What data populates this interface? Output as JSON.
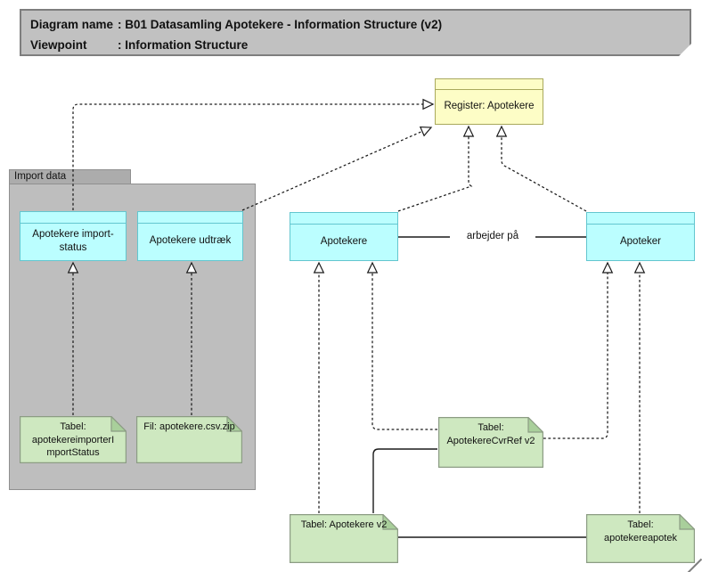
{
  "title_box": {
    "rows": [
      {
        "label": "Diagram name",
        "value": ": B01 Datasamling Apotekere - Information Structure (v2)"
      },
      {
        "label": "Viewpoint",
        "value": ": Information Structure"
      }
    ]
  },
  "group": {
    "label": "Import data"
  },
  "nodes": {
    "register": {
      "label": "Register: Apotekere"
    },
    "import_status": {
      "label": "Apotekere import-status"
    },
    "udtraek": {
      "label": "Apotekere udtræk"
    },
    "apotekere": {
      "label": "Apotekere"
    },
    "apoteker": {
      "label": "Apoteker"
    }
  },
  "notes": {
    "import_status_table": {
      "lines": [
        "Tabel:",
        "apotekereimporterI",
        "mportStatus"
      ]
    },
    "csv_file": {
      "lines": [
        "Fil: apotekere.csv.zip"
      ]
    },
    "cvrref_table": {
      "lines": [
        "Tabel:",
        "ApotekereCvrRef v2"
      ]
    },
    "apotekere_table": {
      "lines": [
        "Tabel: Apotekere v2"
      ]
    },
    "apotek_table": {
      "lines": [
        "Tabel:",
        "apotekereapotek"
      ]
    }
  },
  "relations": {
    "arbejder_pa": "arbejder på"
  },
  "colors": {
    "element_cyan": "#BBFEFF",
    "element_yellow": "#FDFDC6",
    "note_green": "#CEE8C0",
    "group_gray": "#BEBEBE",
    "title_gray": "#C1C1C1"
  }
}
